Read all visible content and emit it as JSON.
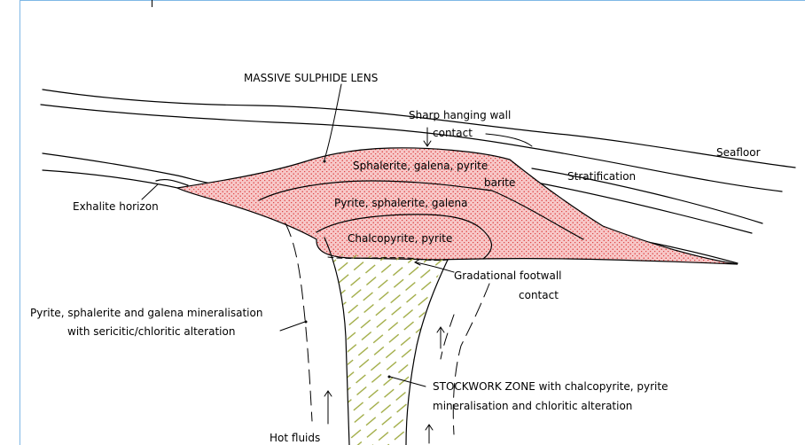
{
  "labels": {
    "massive_sulphide_lens": "MASSIVE SULPHIDE LENS",
    "sharp_hanging_wall_1": "Sharp hanging wall",
    "sharp_hanging_wall_2": "contact",
    "seafloor": "Seafloor",
    "sphalerite_galena_pyrite": "Sphalerite, galena, pyrite",
    "barite": "barite",
    "stratification": "Stratification",
    "exhalite_horizon": "Exhalite horizon",
    "pyrite_sphalerite_galena": "Pyrite, sphalerite, galena",
    "chalcopyrite_pyrite": "Chalcopyrite, pyrite",
    "gradational_footwall_1": "Gradational footwall",
    "gradational_footwall_2": "contact",
    "mineralisation_1": "Pyrite, sphalerite and galena mineralisation",
    "mineralisation_2": "with sericitic/chloritic alteration",
    "stockwork_1": "STOCKWORK ZONE with chalcopyrite, pyrite",
    "stockwork_2": "mineralisation and chloritic alteration",
    "hot_fluids": "Hot fluids"
  },
  "colors": {
    "lens_fill": "#f7c8c8",
    "lens_dots": "#d92a2a",
    "stockwork_hatch": "#9aa638",
    "frame_border": "#7fb8e6"
  }
}
